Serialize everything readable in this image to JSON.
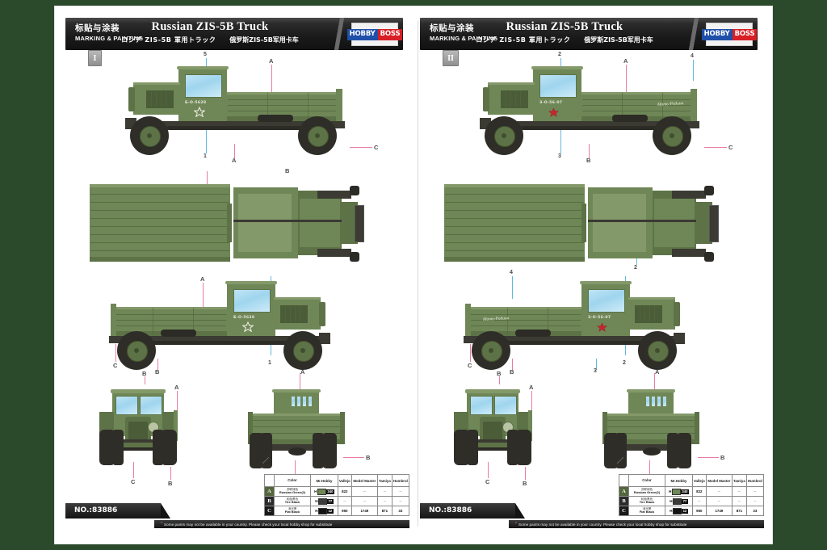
{
  "background_color": "#2b4a2c",
  "page_color": "#ffffff",
  "header": {
    "cn_left": "标贴与涂装",
    "en_left": "MARKING & PAINTING",
    "title": "Russian ZIS-5B Truck",
    "subtitle_jp": "ロシア ZIS-5B 軍用トラック",
    "subtitle_cn": "俄罗斯ZIS-5B军用卡车",
    "logo": {
      "part1": "HOBBY",
      "part2": "BOSS",
      "part1_color": "#1f4fa8",
      "part2_color": "#d81e26"
    }
  },
  "footer": {
    "part_number": "NO.:83886",
    "disclaimer": "Some paints may not be available in your country. Please check your local hobby shop for substitute",
    "disclaimer_marker": "*"
  },
  "panels": [
    {
      "scheme": "I",
      "vehicle_marking": "Б-О-5628",
      "star_emblem": "white-outline-star",
      "callout_labels": [
        "A",
        "B",
        "C"
      ],
      "callout_numbers": [
        "1",
        "5"
      ],
      "views": [
        "side-left-facing",
        "top-plan",
        "side-right-facing",
        "front",
        "rear"
      ]
    },
    {
      "scheme": "II",
      "vehicle_marking": "З-О-56-07",
      "vehicle_script": "Мать-Родина",
      "star_emblem": "red-star",
      "callout_labels": [
        "A",
        "B",
        "C"
      ],
      "callout_numbers": [
        "2",
        "3",
        "4"
      ],
      "views": [
        "side-left-facing",
        "top-plan",
        "side-right-facing",
        "front",
        "rear"
      ]
    }
  ],
  "color_table": {
    "headers": [
      "",
      "Color",
      "Mr.Hobby",
      "Vallejo",
      "Model Master",
      "Tamiya",
      "Humbrol"
    ],
    "rows": [
      {
        "letter": "A",
        "letter_bg": "#53663c",
        "name_cn": "苏联绿色",
        "name_en": "Russian Green(2)",
        "hobby_prefix": "H",
        "hobby_swatch": "#6f8756",
        "hobby_code": "340",
        "vallejo": "822",
        "model_master": "--",
        "tamiya": "--",
        "humbrol": "--"
      },
      {
        "letter": "B",
        "letter_bg": "#2b2b2b",
        "name_cn": "轮胎黑色",
        "name_en": "Tire Black",
        "hobby_prefix": "H",
        "hobby_swatch": "#3a3a38",
        "hobby_code": "77",
        "vallejo": "--",
        "model_master": "--",
        "tamiya": "--",
        "humbrol": "--"
      },
      {
        "letter": "C",
        "letter_bg": "#1a1a1a",
        "name_cn": "消光黑",
        "name_en": "Flat Black",
        "hobby_prefix": "H",
        "hobby_swatch": "#121212",
        "hobby_code": "12",
        "vallejo": "950",
        "model_master": "1749",
        "tamiya": "871",
        "humbrol": "33"
      }
    ]
  }
}
